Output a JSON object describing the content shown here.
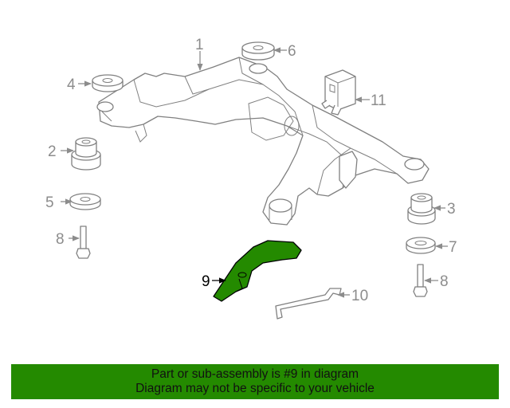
{
  "diagram": {
    "highlight_color": "#248a00",
    "callouts": [
      {
        "id": "c1",
        "label": "1"
      },
      {
        "id": "c2",
        "label": "2"
      },
      {
        "id": "c3",
        "label": "3"
      },
      {
        "id": "c4",
        "label": "4"
      },
      {
        "id": "c5",
        "label": "5"
      },
      {
        "id": "c6",
        "label": "6"
      },
      {
        "id": "c7",
        "label": "7"
      },
      {
        "id": "c8a",
        "label": "8"
      },
      {
        "id": "c8b",
        "label": "8"
      },
      {
        "id": "c9",
        "label": "9"
      },
      {
        "id": "c10",
        "label": "10"
      },
      {
        "id": "c11",
        "label": "11"
      }
    ]
  },
  "banner": {
    "line1": "Part or sub-assembly is #9 in diagram",
    "line2": "Diagram may not be specific to your vehicle",
    "background": "#248a00"
  }
}
